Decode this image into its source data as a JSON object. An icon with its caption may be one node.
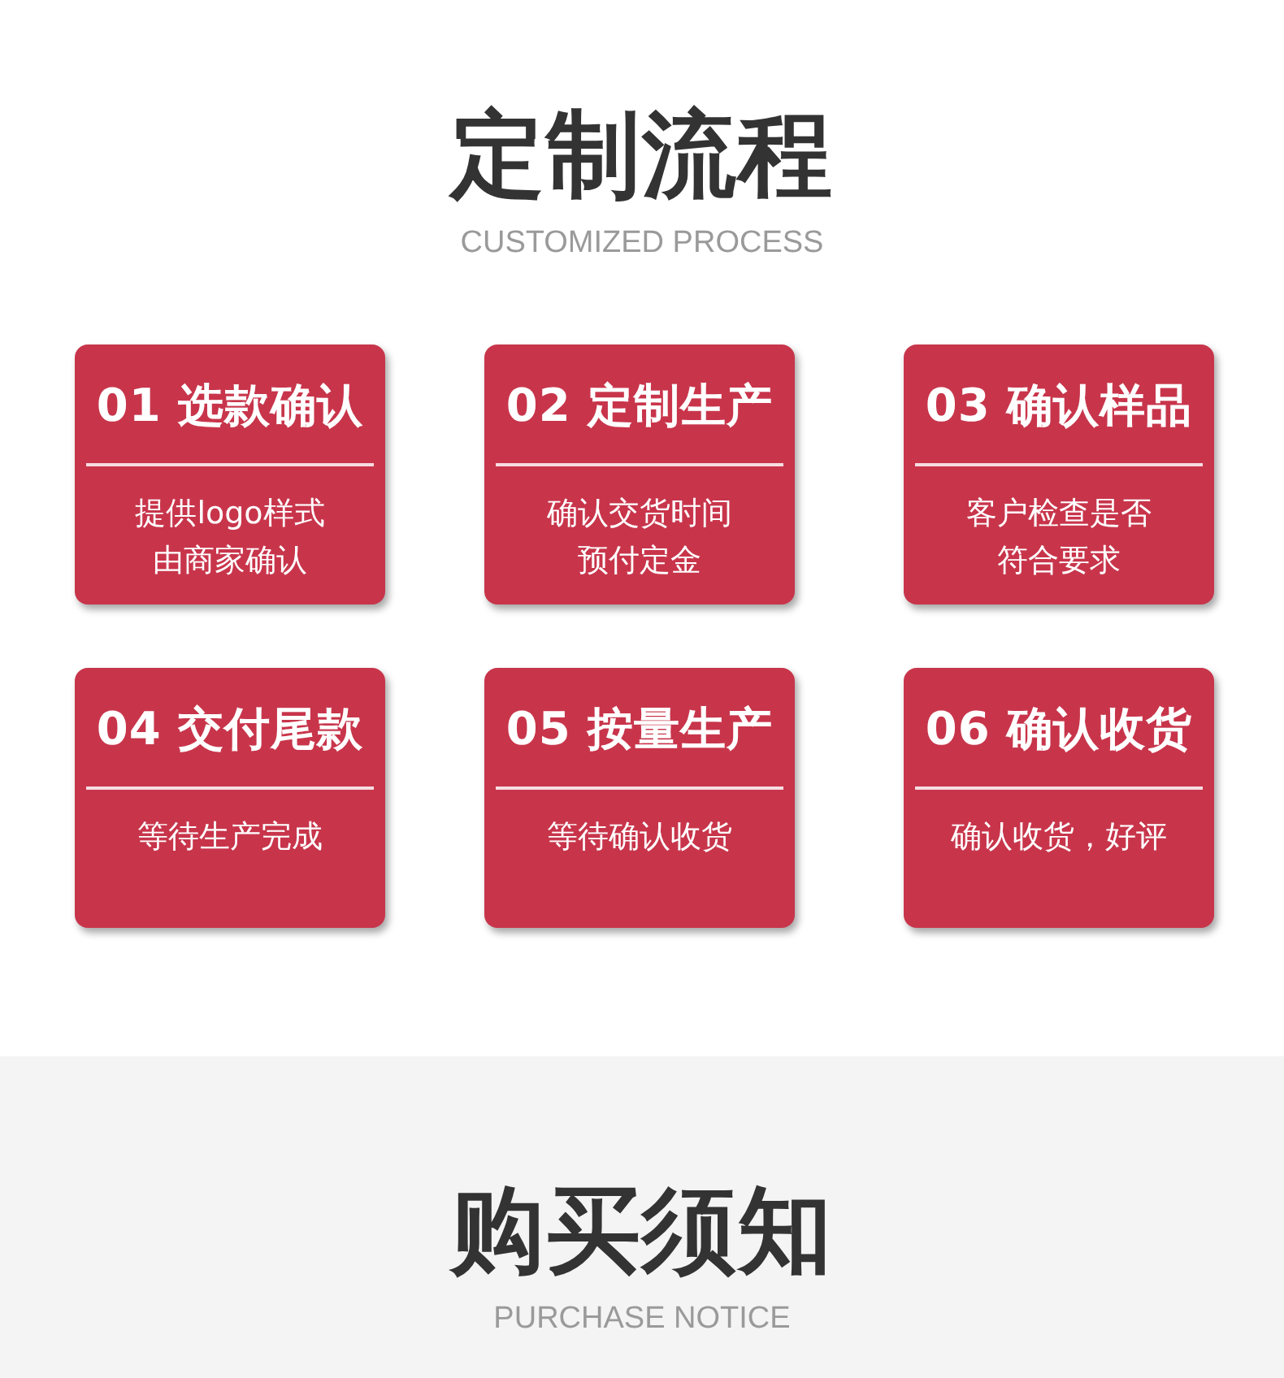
{
  "diagram": {
    "title": "定制流程",
    "nodes": [
      {
        "text": [
          "01 选款确认",
          "提供logo样式由商家确认"
        ]
      },
      {
        "text": [
          "02 定制生产",
          "确认交货时间预付定金"
        ]
      },
      {
        "text": [
          "03 确认样品",
          "客户检查是否符合要求"
        ]
      },
      {
        "text": [
          "04 交付尾款",
          "等待生产完成"
        ]
      },
      {
        "text": [
          "05 按量生产",
          "等待确认收货"
        ]
      },
      {
        "text": [
          "06 确认收货",
          "确认收货，好评"
        ]
      }
    ],
    "labels": [
      "CUSTOMIZED PROCESS",
      "购买须知",
      "PURCHASE NOTICE"
    ]
  }
}
